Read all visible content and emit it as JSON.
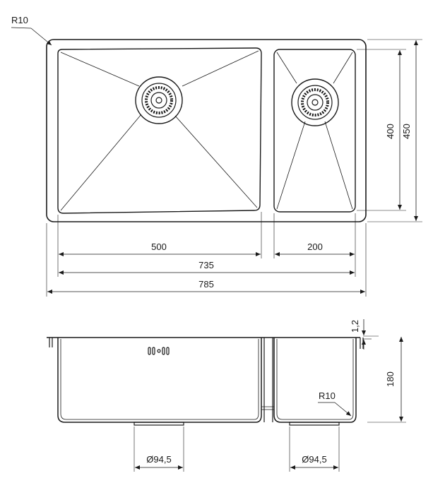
{
  "drawing": {
    "top_view": {
      "corner_radius_label": "R10",
      "dim_large_bowl": "500",
      "dim_small_bowl": "200",
      "dim_inner_width": "735",
      "dim_overall_width": "785",
      "dim_bowl_height": "400",
      "dim_overall_height": "450"
    },
    "side_view": {
      "thickness_label": "1,2",
      "depth_label": "180",
      "corner_radius_label": "R10",
      "drain_left_label": "Ø94,5",
      "drain_right_label": "Ø94,5"
    }
  }
}
